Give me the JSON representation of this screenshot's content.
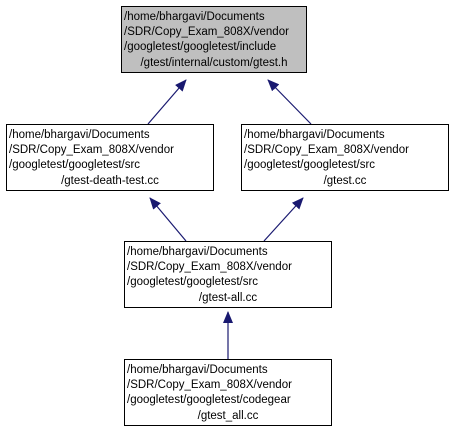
{
  "graph": {
    "nodes": {
      "custom_gtest_h": {
        "lines": [
          "/home/bhargavi/Documents",
          "/SDR/Copy_Exam_808X/vendor",
          "/googletest/googletest/include",
          "/gtest/internal/custom/gtest.h"
        ],
        "highlight": true
      },
      "gtest_death_test_cc": {
        "lines": [
          "/home/bhargavi/Documents",
          "/SDR/Copy_Exam_808X/vendor",
          "/googletest/googletest/src",
          "/gtest-death-test.cc"
        ]
      },
      "gtest_cc": {
        "lines": [
          "/home/bhargavi/Documents",
          "/SDR/Copy_Exam_808X/vendor",
          "/googletest/googletest/src",
          "/gtest.cc"
        ]
      },
      "gtest_all_cc": {
        "lines": [
          "/home/bhargavi/Documents",
          "/SDR/Copy_Exam_808X/vendor",
          "/googletest/googletest/src",
          "/gtest-all.cc"
        ]
      },
      "gtest_all_codegear_cc": {
        "lines": [
          "/home/bhargavi/Documents",
          "/SDR/Copy_Exam_808X/vendor",
          "/googletest/googletest/codegear",
          "/gtest_all.cc"
        ]
      }
    },
    "edges": [
      {
        "from": "gtest_death_test_cc",
        "to": "custom_gtest_h"
      },
      {
        "from": "gtest_cc",
        "to": "custom_gtest_h"
      },
      {
        "from": "gtest_all_cc",
        "to": "gtest_death_test_cc"
      },
      {
        "from": "gtest_all_cc",
        "to": "gtest_cc"
      },
      {
        "from": "gtest_all_codegear_cc",
        "to": "gtest_all_cc"
      }
    ],
    "edge_color": "#191970",
    "highlight_fill": "#bfbfbf"
  }
}
